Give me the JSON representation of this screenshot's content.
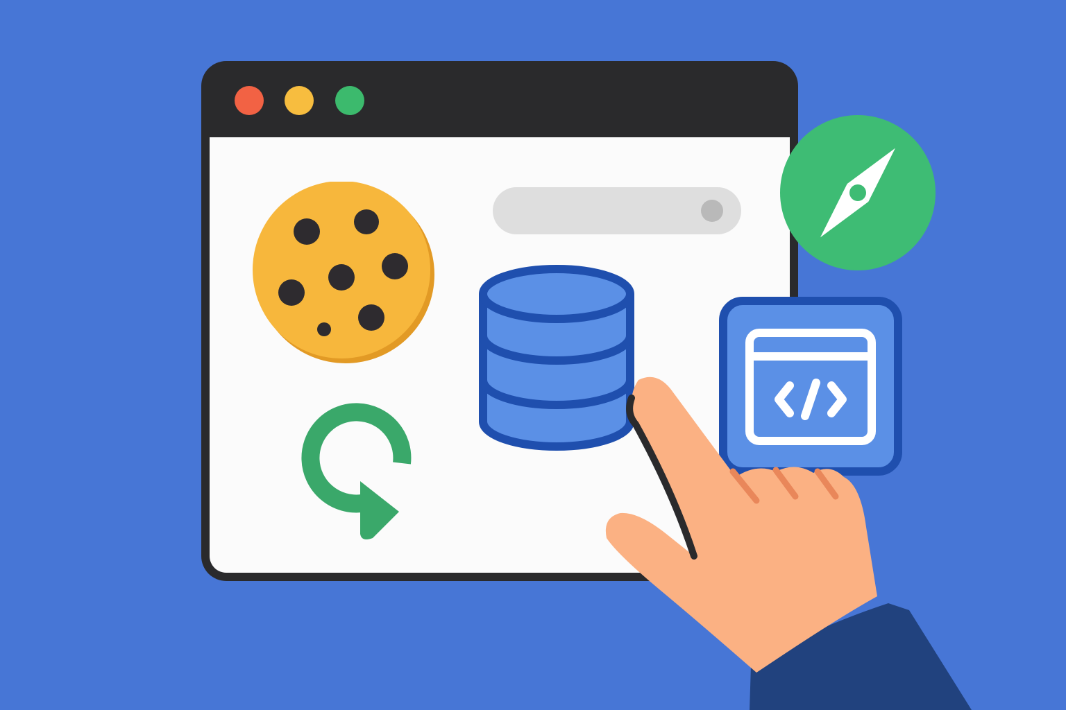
{
  "scene": {
    "background_color": "#4776d6"
  },
  "window": {
    "titlebar_color": "#2a2a2c",
    "content_color": "#fbfbfb",
    "controls": [
      {
        "name": "close",
        "color": "#f26244"
      },
      {
        "name": "minimize",
        "color": "#f7bd3f"
      },
      {
        "name": "maximize",
        "color": "#3cba6d"
      }
    ],
    "address_bar": {
      "value": "",
      "color": "#dedede"
    }
  },
  "icons": {
    "cookie": {
      "name": "cookie-icon",
      "color": "#f7b73c",
      "chip_color": "#2e2b2f"
    },
    "database": {
      "name": "database-icon",
      "color": "#5b90e6",
      "outline": "#1f4fae"
    },
    "refresh": {
      "name": "refresh-icon",
      "color": "#3aa86a"
    },
    "compass": {
      "name": "compass-icon",
      "color": "#3ebc74"
    },
    "code_window": {
      "name": "code-window-icon",
      "color": "#5b90e6",
      "outline": "#1f4fae"
    },
    "hand": {
      "name": "pointing-hand-icon",
      "skin": "#fbb183",
      "sleeve": "#21427e"
    }
  }
}
